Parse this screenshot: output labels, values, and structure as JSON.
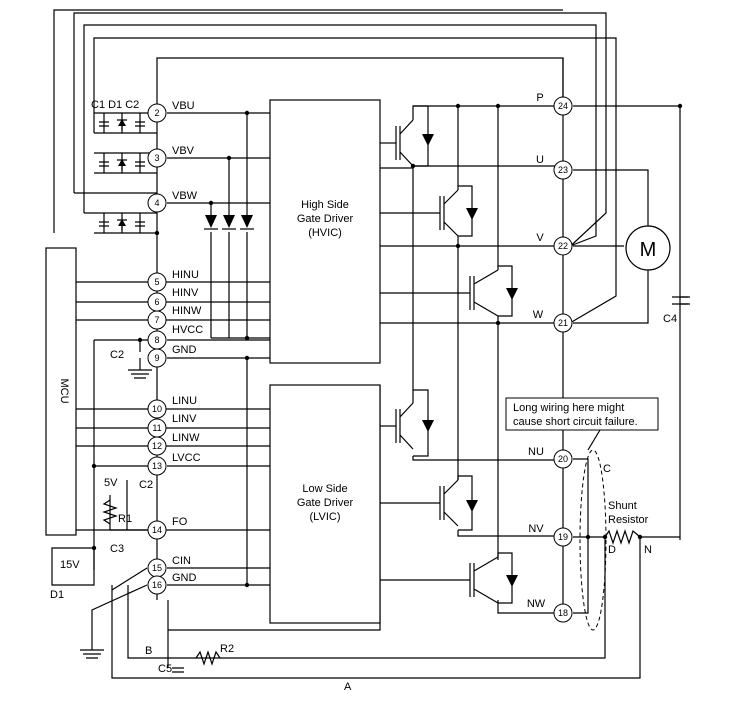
{
  "blocks": {
    "hvic": [
      "High Side",
      "Gate Driver",
      "(HVIC)"
    ],
    "lvic": [
      "Low Side",
      "Gate Driver",
      "(LVIC)"
    ],
    "mcu": "MCU",
    "motor": "M"
  },
  "left_pins": [
    {
      "num": "2",
      "label": "VBU"
    },
    {
      "num": "3",
      "label": "VBV"
    },
    {
      "num": "4",
      "label": "VBW"
    },
    {
      "num": "5",
      "label": "HINU"
    },
    {
      "num": "6",
      "label": "HINV"
    },
    {
      "num": "7",
      "label": "HINW"
    },
    {
      "num": "8",
      "label": "HVCC"
    },
    {
      "num": "9",
      "label": "GND"
    },
    {
      "num": "10",
      "label": "LINU"
    },
    {
      "num": "11",
      "label": "LINV"
    },
    {
      "num": "12",
      "label": "LINW"
    },
    {
      "num": "13",
      "label": "LVCC"
    },
    {
      "num": "14",
      "label": "FO"
    },
    {
      "num": "15",
      "label": "CIN"
    },
    {
      "num": "16",
      "label": "GND"
    }
  ],
  "right_pins": [
    {
      "num": "24",
      "label": "P"
    },
    {
      "num": "23",
      "label": "U"
    },
    {
      "num": "22",
      "label": "V"
    },
    {
      "num": "21",
      "label": "W"
    },
    {
      "num": "20",
      "label": "NU"
    },
    {
      "num": "19",
      "label": "NV"
    },
    {
      "num": "18",
      "label": "NW"
    }
  ],
  "components": {
    "bootstrap_caps": "C1 D1 C2",
    "c2": "C2",
    "c2b": "C2",
    "five_volt": "5V",
    "r1": "R1",
    "c3": "C3",
    "fifteen_volt": "15V",
    "d1": "D1",
    "c4": "C4",
    "c5": "C5",
    "r2": "R2",
    "shunt": [
      "Shunt",
      "Resistor"
    ]
  },
  "annotation": [
    "Long wiring here might",
    "cause short circuit failure."
  ],
  "nodes": {
    "a": "A",
    "b": "B",
    "c": "C",
    "d": "D",
    "n": "N"
  }
}
